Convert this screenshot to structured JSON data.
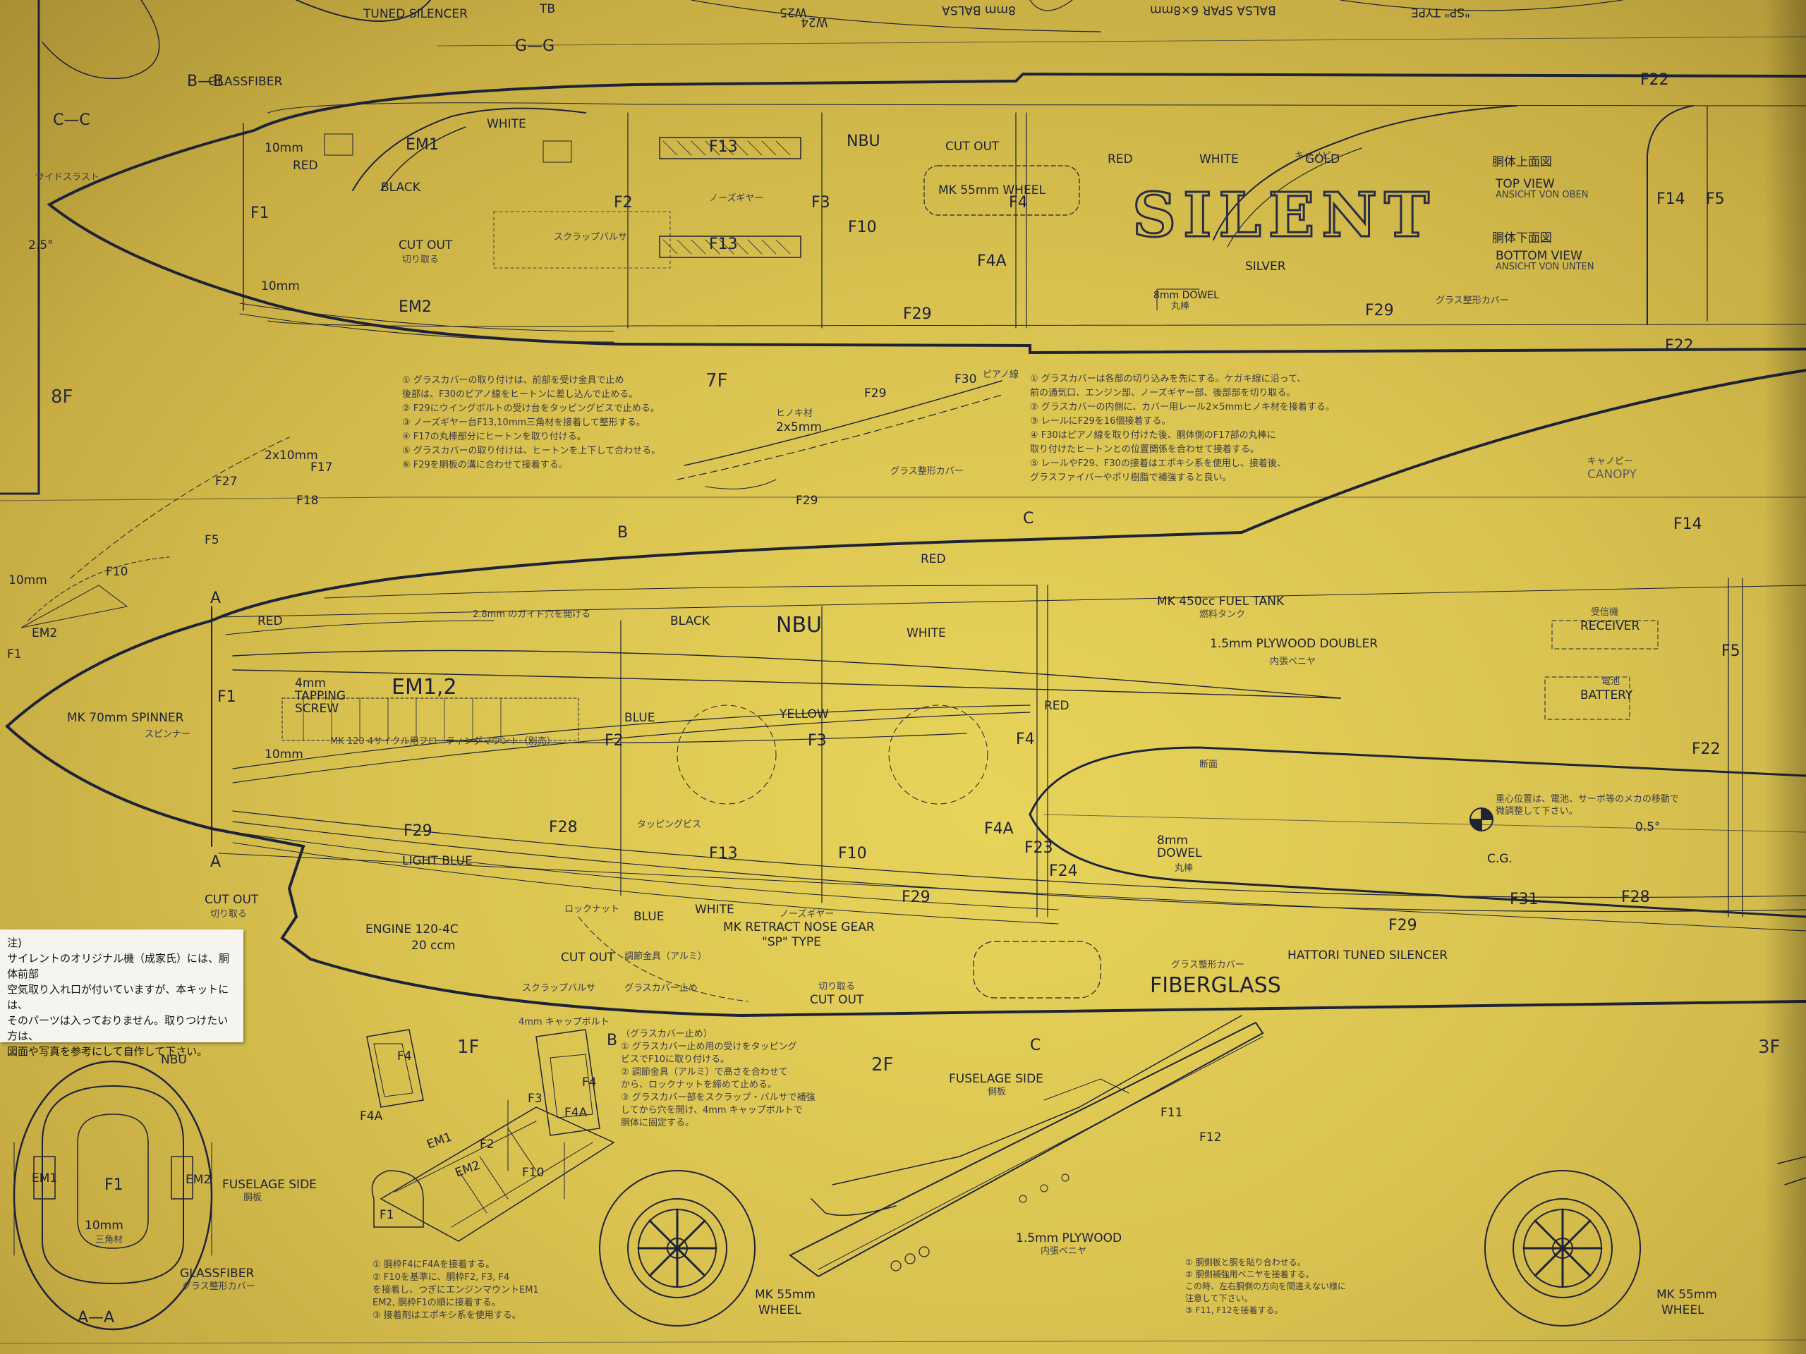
{
  "sheet": {
    "section_cuts": [
      "C—C",
      "B—B",
      "G—G",
      "A",
      "A",
      "B",
      "C",
      "A—A",
      "B",
      "C"
    ],
    "panels": [
      "8F",
      "7F",
      "1F",
      "2F",
      "3F"
    ]
  },
  "top_fuselage": {
    "labels": [
      "GLASSFIBER",
      "EM1",
      "WHITE",
      "10mm",
      "RED",
      "F13",
      "NBU",
      "CUT OUT",
      "MK 55mm WHEEL",
      "RED",
      "WHITE",
      "GOLD",
      "F22",
      "F1",
      "BLACK",
      "F2",
      "F3",
      "F10",
      "F4",
      "TOP VIEW",
      "ANSICHT VON OBEN",
      "F14",
      "F5",
      "CUT OUT",
      "F13",
      "F4A",
      "BOTTOM VIEW",
      "ANSICHT VON UNTEN",
      "SILVER",
      "10mm",
      "EM2",
      "F29",
      "8mm DOWEL",
      "F29",
      "F22",
      "2.5°",
      "TUNED SILENCER",
      "TB",
      "W25",
      "W24",
      "8mm BALSA",
      "BALSA SPAR 6×8mm",
      "\"SP\" TYPE"
    ],
    "jp_labels": [
      "胴体上面図",
      "胴体下面図",
      "キャノピー",
      "グラス整形カバー",
      "切り取る",
      "ノーズギヤー",
      "スクラップバルサ",
      "丸棒",
      "サイドスラスト"
    ]
  },
  "middle_notes": {
    "left_notes": "① グラスカバーの取り付けは、前部を受け金具で止め\n後部は、F30のピアノ線をヒートンに差し込んで止める。\n② F29にウイングボルトの受け台をタッピングビスで止める。\n③ ノーズギヤー台F13,10mm三角材を接着して整形する。\n④ F17の丸棒部分にヒートンを取り付ける。\n⑤ グラスカバーの取り付けは、ヒートンを上下して合わせる。\n⑥ F29を胴板の溝に合わせて接着する。",
    "right_notes": "① グラスカバーは各部の切り込みを先にする。ケガキ線に沿って、\n前の通気口、エンジン部、ノーズギヤー部、後部部を切り取る。\n② グラスカバーの内側に、カバー用レール2×5mmヒノキ材を接着する。\n③ レールにF29を16個接着する。\n④ F30はピアノ線を取り付けた後、胴体側のF17部の丸棒に\n取り付けたヒートンとの位置関係を合わせて接着する。\n⑤ レールやF29、F30の接着はエポキシ系を使用し、接着後、\nグラスファイバーやポリ樹脂で補強すると良い。",
    "detail_labels": [
      "F30",
      "ピアノ線",
      "F29",
      "ヒノキ材",
      "2x5mm",
      "グラス整形カバー",
      "F29",
      "2x10mm",
      "F17",
      "F27",
      "F18",
      "F5",
      "F10",
      "10mm",
      "EM2",
      "F1",
      "CANOPY",
      "キャノピー"
    ]
  },
  "main_fuselage": {
    "labels": [
      "RED",
      "F14",
      "RED",
      "BLACK",
      "NBU",
      "WHITE",
      "MK 450cc FUEL TANK",
      "燃料タンク",
      "RECEIVER",
      "受信機",
      "1.5mm PLYWOOD DOUBLER",
      "内張ベニヤ",
      "F5",
      "MK 70mm SPINNER",
      "スピンナー",
      "F1",
      "4mm TAPPING SCREW",
      "EM1,2",
      "BLUE",
      "YELLOW",
      "RED",
      "BATTERY",
      "電池",
      "F22",
      "10mm",
      "F2",
      "F3",
      "F4",
      "MK 120 4サイクル用フローティングマウント（別売）",
      "F29",
      "F28",
      "F4A",
      "F23",
      "8mm DOWEL",
      "丸棒",
      "C.G.",
      "0.5°",
      "LIGHT BLUE",
      "F13",
      "F10",
      "F24",
      "F29",
      "F31",
      "F28",
      "CUT OUT",
      "切り取る",
      "BLUE",
      "WHITE",
      "MK RETRACT NOSE GEAR",
      "\"SP\" TYPE",
      "ENGINE 120-4C",
      "20 ccm",
      "F29",
      "HATTORI TUNED SILENCER",
      "CUT OUT",
      "調節金具（アルミ）",
      "FIBERGLASS",
      "グラス整形カバー",
      "スクラップバルサ",
      "グラスカバー止め",
      "切り取る",
      "CUT OUT",
      "4mm キャップボルト",
      "2.8mm のガイド穴を開ける",
      "タッピングビス",
      "ロックナット",
      "ノーズギヤー",
      "重心位置は、電池、サーボ等のメカの移動で微調整して下さい。",
      "断面"
    ]
  },
  "warning_box": {
    "text": "注)\nサイレントのオリジナル機（成家氏）には、胴体前部\n空気取り入れ口が付いていますが、本キットには、\nそのパーツは入っておりません。取りつけたい方は、\n図面や写真を参考にして自作して下さい。"
  },
  "bottom": {
    "section_labels": [
      "NBU",
      "EM1",
      "F1",
      "EM2",
      "FUSELAGE SIDE",
      "胴板",
      "10mm",
      "三角材",
      "GLASSFIBER",
      "グラス整形カバー",
      "A—A"
    ],
    "assembly_labels": [
      "F4",
      "F4A",
      "F3",
      "F4",
      "F4A",
      "EM1",
      "F2",
      "EM2",
      "F10",
      "F1"
    ],
    "assembly_notes": "① 胴枠F4にF4Aを接着する。\n② F10を基準に、胴枠F2, F3, F4\n を接着し、つぎにエンジンマウントEM1\n EM2, 胴枠F1の順に接着する。\n③ 接着剤はエポキシ系を使用する。",
    "cover_notes": "（グラスカバー止め）\n① グラスカバー止め用の受けをタッピング\n ビスでF10に取り付ける。\n② 調節金具（アルミ）で高さを合わせて\n から、ロックナットを締めて止める。\n③ グラスカバー部をスクラップ・バルサで補強\n してから穴を開け、4mm キャップボルトで\n 胴体に固定する。",
    "side_labels": [
      "FUSELAGE SIDE",
      "側板",
      "F11",
      "F12",
      "1.5mm PLYWOOD",
      "内張ベニヤ"
    ],
    "wheel_labels": [
      "MK 55mm",
      "WHEEL",
      "MK 55mm",
      "WHEEL"
    ],
    "side_notes": "① 胴側板と胴を貼り合わせる。\n② 胴側補強用ベニヤを接着する。\n この時、左右胴側の方向を間違えない様に\n 注意して下さい。\n③ F11, F12を接着する。"
  },
  "colors": {
    "paper": "#d9c250",
    "ink": "#1f2336",
    "light_ink": "#3a3d50"
  }
}
